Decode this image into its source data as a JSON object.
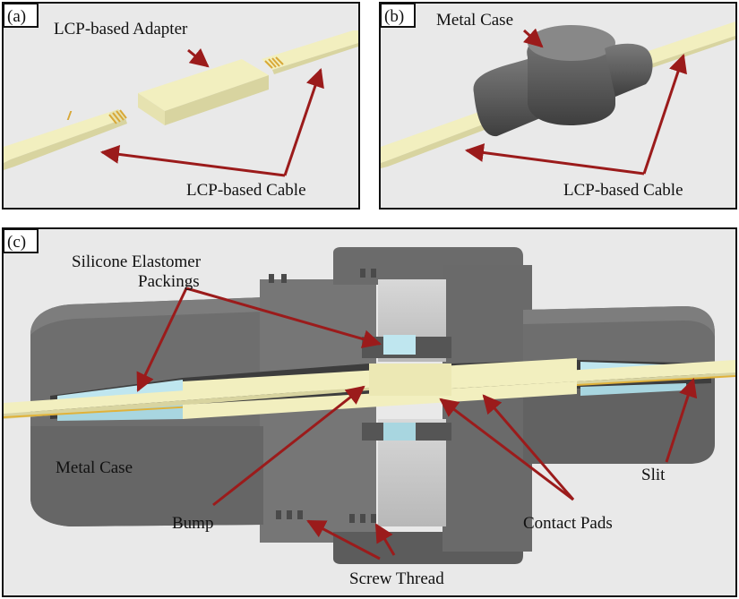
{
  "panels": {
    "a": {
      "tag": "(a)",
      "labels": {
        "adapter": "LCP-based Adapter",
        "cable": "LCP-based Cable"
      }
    },
    "b": {
      "tag": "(b)",
      "labels": {
        "case": "Metal Case",
        "cable": "LCP-based Cable"
      }
    },
    "c": {
      "tag": "(c)",
      "labels": {
        "packings_line1": "Silicone Elastomer",
        "packings_line2": "Packings",
        "case": "Metal Case",
        "bump": "Bump",
        "pads": "Contact Pads",
        "slit": "Slit",
        "thread": "Screw Thread"
      }
    }
  },
  "colors": {
    "background": "#e9e9e9",
    "cable": "#f2efbf",
    "cable_dark": "#d8d4a0",
    "pad": "#d8a838",
    "metal": "#6e6e6e",
    "metal_light": "#7d7d7d",
    "metal_dark": "#4a4a4a",
    "silicone": "#bfe6ef",
    "arrow": "#9b1b1b"
  }
}
